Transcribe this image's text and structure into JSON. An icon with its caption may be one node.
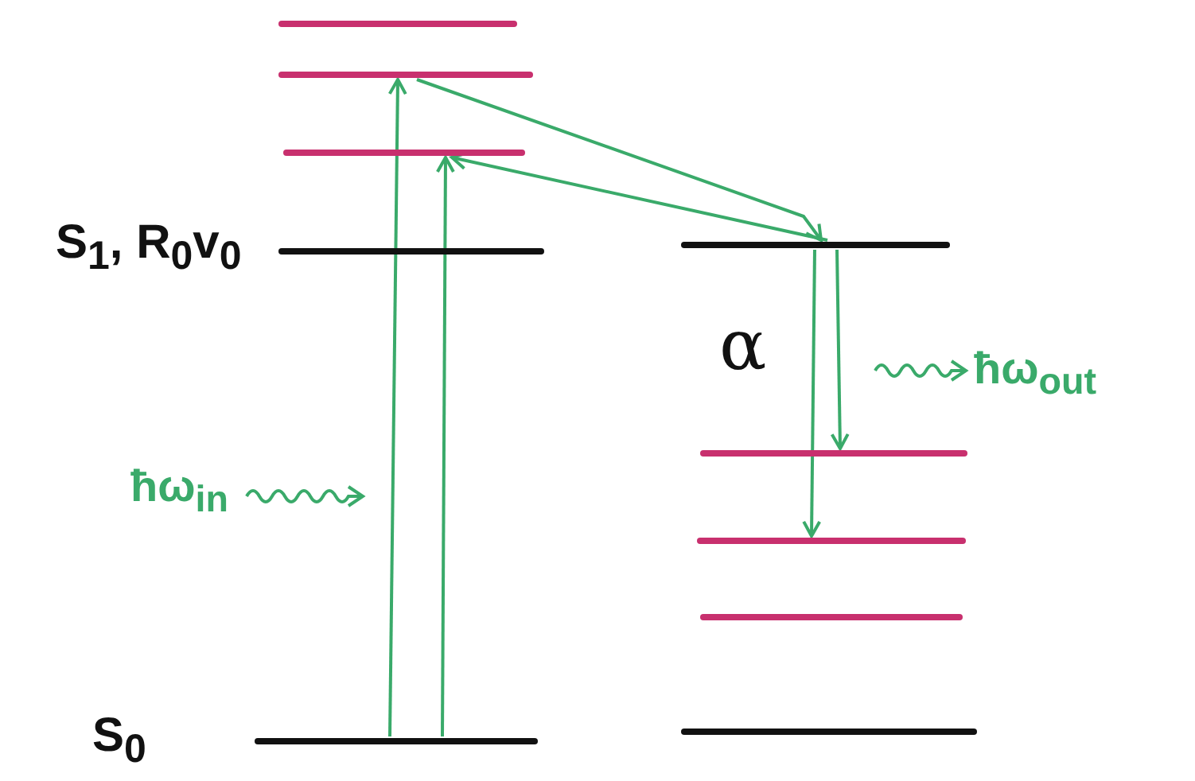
{
  "diagram": {
    "nodes": [
      {
        "text": [],
        "shape": "bar"
      },
      {
        "text": [],
        "shape": "bar"
      },
      {
        "text": [],
        "shape": "bar"
      },
      {
        "text": [],
        "shape": "bar"
      },
      {
        "text": [],
        "shape": "bar"
      },
      {
        "text": [],
        "shape": "bar"
      },
      {
        "text": [],
        "shape": "bar"
      },
      {
        "text": [],
        "shape": "bar"
      },
      {
        "text": [],
        "shape": "bar"
      },
      {
        "text": [],
        "shape": "bar"
      }
    ],
    "edges": [
      {
        "from": 4,
        "to": 1,
        "arrow": "to"
      },
      {
        "from": 4,
        "to": 2,
        "arrow": "to"
      },
      {
        "from": 1,
        "to": 5,
        "arrow": "to"
      },
      {
        "from": 5,
        "to": 2,
        "arrow": "to"
      },
      {
        "from": 5,
        "to": 6,
        "arrow": "to"
      },
      {
        "from": 5,
        "to": 7,
        "arrow": "to"
      }
    ],
    "labels": [
      "S$_{1}$, R$_{0}$v$_{0}$",
      "α",
      "ħω$_{out}$",
      "ħω$_{in}$",
      "S$_{0}$"
    ]
  }
}
